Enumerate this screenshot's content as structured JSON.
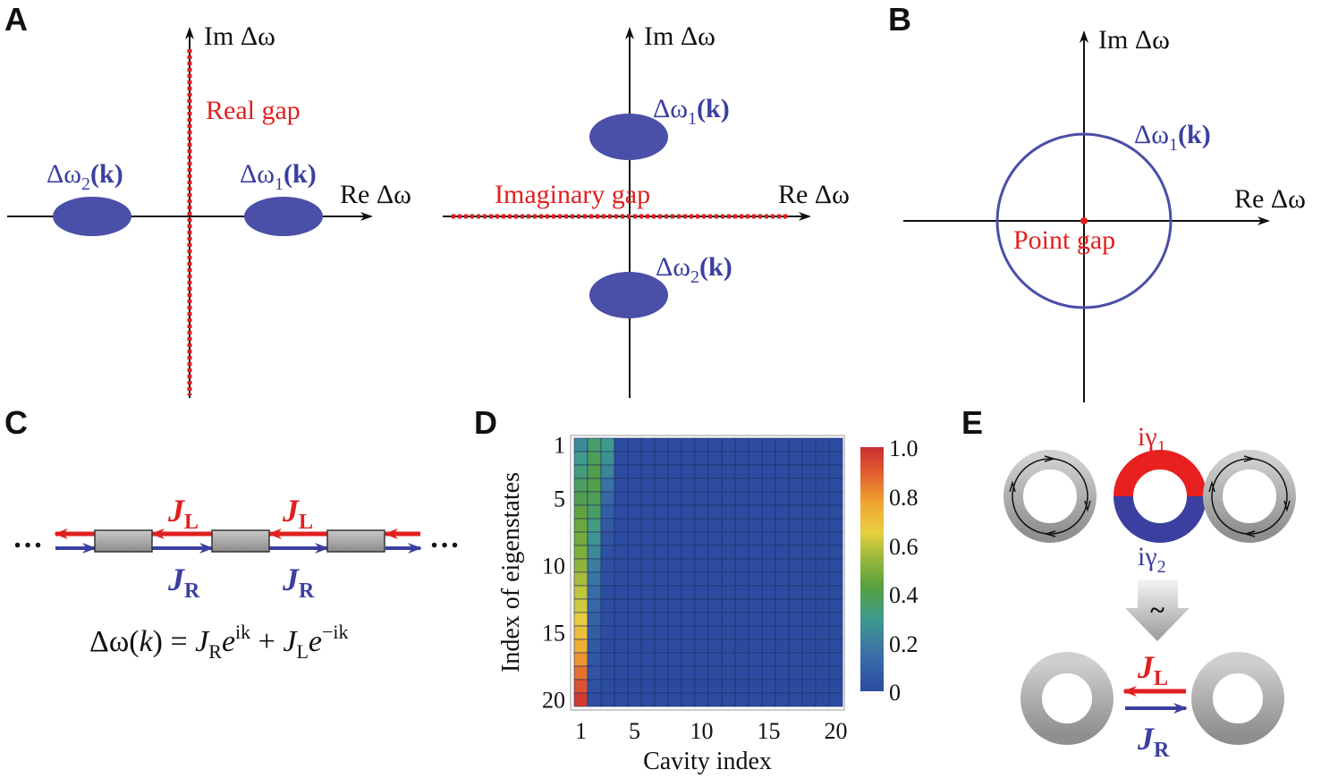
{
  "panels": {
    "A": {
      "letter": "A",
      "left": {
        "im_label": "Im Δω",
        "re_label": "Re Δω",
        "gap_label": "Real gap",
        "band1": {
          "base": "Δω",
          "sub": "1",
          "arg": "(k)"
        },
        "band2": {
          "base": "Δω",
          "sub": "2",
          "arg": "(k)"
        }
      },
      "right": {
        "im_label": "Im Δω",
        "re_label": "Re Δω",
        "gap_label": "Imaginary gap",
        "band1": {
          "base": "Δω",
          "sub": "1",
          "arg": "(k)"
        },
        "band2": {
          "base": "Δω",
          "sub": "2",
          "arg": "(k)"
        }
      }
    },
    "B": {
      "letter": "B",
      "im_label": "Im Δω",
      "re_label": "Re Δω",
      "gap_label": "Point gap",
      "band1": {
        "base": "Δω",
        "sub": "1",
        "arg": "(k)"
      }
    },
    "C": {
      "letter": "C",
      "dots_left": "…",
      "dots_right": "…",
      "JL": {
        "base": "J",
        "sub": "L"
      },
      "JR": {
        "base": "J",
        "sub": "R"
      },
      "equation": {
        "lhs": "Δω(",
        "k": "k",
        "rhs_open": ") = ",
        "JR": "J",
        "JR_sub": "R",
        "e1": "e",
        "e1_sup": "ik",
        "plus": " + ",
        "JL": "J",
        "JL_sub": "L",
        "e2": "e",
        "e2_sup": "−ik"
      }
    },
    "D": {
      "letter": "D",
      "xlabel": "Cavity index",
      "ylabel": "Index of eigenstates",
      "colorbar_ticks": [
        "1.0",
        "0.8",
        "0.6",
        "0.4",
        "0.2",
        "0"
      ]
    },
    "E": {
      "letter": "E",
      "gain_label": {
        "base": "iγ",
        "sub": "1"
      },
      "loss_label": {
        "base": "iγ",
        "sub": "2"
      },
      "tilde": "~",
      "JL": {
        "base": "J",
        "sub": "L"
      },
      "JR": {
        "base": "J",
        "sub": "R"
      }
    }
  },
  "colors": {
    "red": "#e02020",
    "blue": "#3a3fa0",
    "ellipse": "#4a4fa8",
    "ring_gray": "#b4b4b4"
  },
  "chart_data": {
    "type": "heatmap",
    "title": "",
    "xlabel": "Cavity index",
    "ylabel": "Index of eigenstates",
    "x": [
      1,
      2,
      3,
      4,
      5,
      6,
      7,
      8,
      9,
      10,
      11,
      12,
      13,
      14,
      15,
      16,
      17,
      18,
      19,
      20
    ],
    "y": [
      1,
      2,
      3,
      4,
      5,
      6,
      7,
      8,
      9,
      10,
      11,
      12,
      13,
      14,
      15,
      16,
      17,
      18,
      19,
      20
    ],
    "x_ticks": [
      1,
      5,
      10,
      15,
      20
    ],
    "y_ticks": [
      1,
      5,
      10,
      15,
      20
    ],
    "col1_values": [
      0.25,
      0.3,
      0.33,
      0.37,
      0.4,
      0.44,
      0.46,
      0.48,
      0.5,
      0.53,
      0.57,
      0.6,
      0.62,
      0.66,
      0.7,
      0.74,
      0.8,
      0.86,
      0.92,
      0.97
    ],
    "col2_values": [
      0.35,
      0.38,
      0.4,
      0.4,
      0.38,
      0.36,
      0.32,
      0.28,
      0.24,
      0.2,
      0.17,
      0.14,
      0.12,
      0.1,
      0.08,
      0.06,
      0.05,
      0.04,
      0.03,
      0.02
    ],
    "col3_values": [
      0.3,
      0.26,
      0.22,
      0.16,
      0.12,
      0.08,
      0.06,
      0.04,
      0.03,
      0.02,
      0.02,
      0.01,
      0.01,
      0.01,
      0.01,
      0.0,
      0.0,
      0.0,
      0.0,
      0.0
    ],
    "other_columns_value": 0.0,
    "colorbar_range": [
      0,
      1.0
    ],
    "colorbar_ticks": [
      0,
      0.2,
      0.4,
      0.6,
      0.8,
      1.0
    ],
    "colormap": "jet"
  }
}
